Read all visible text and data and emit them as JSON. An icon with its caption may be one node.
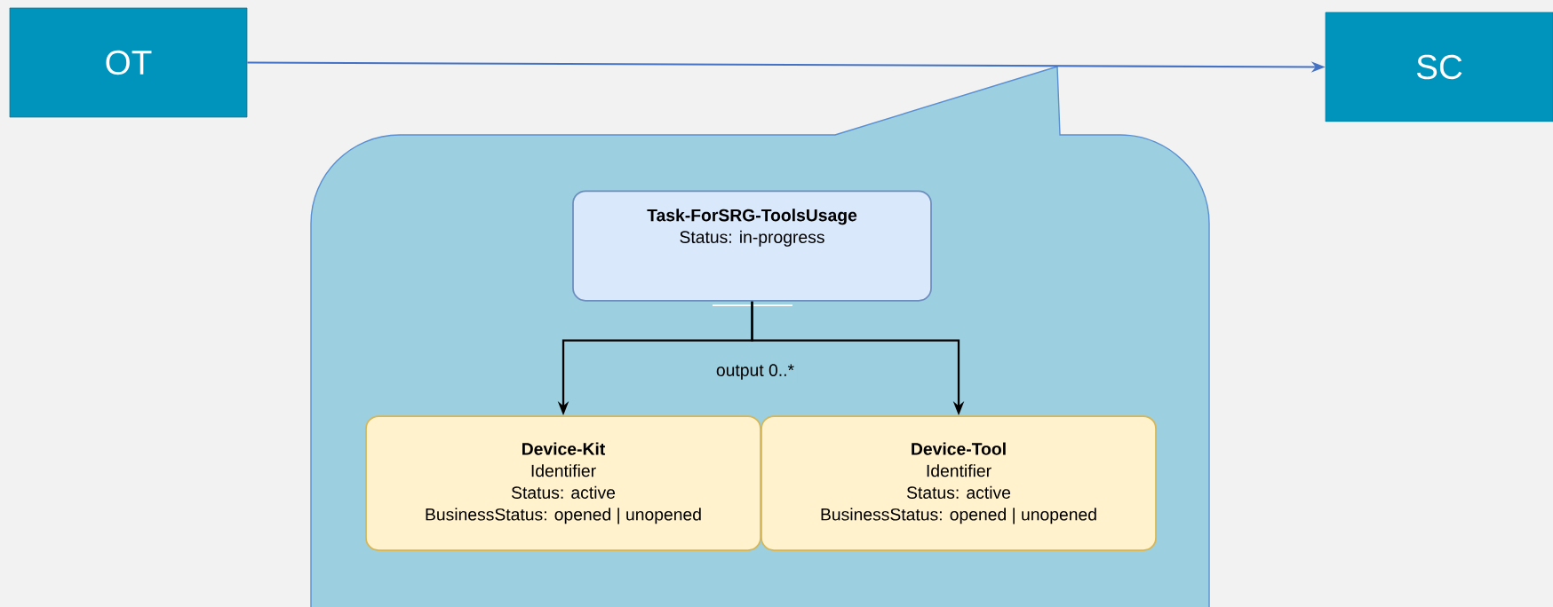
{
  "diagram": {
    "nodes": [
      {
        "text": [
          "OT"
        ]
      },
      {
        "text": [
          "SC"
        ]
      },
      {
        "text": [],
        "shape": "callout"
      },
      {
        "text": [
          "Task-ForSRG-ToolsUsage",
          "Status: in-progress"
        ],
        "in": 2
      },
      {
        "text": [
          "Device-Kit",
          "Identifier",
          "Status: active",
          "BusinessStatus: opened | unopened"
        ],
        "in": 2
      },
      {
        "text": [
          "Device-Tool",
          "Identifier",
          "Status: active",
          "BusinessStatus: opened | unopened"
        ],
        "in": 2
      }
    ],
    "edges": [
      {
        "from": 0,
        "to": 1,
        "arrow": "to",
        "color": "#4472c4"
      },
      {
        "from": 3,
        "to": 4,
        "arrow": "to",
        "label": "output 0..*"
      },
      {
        "from": 3,
        "to": 5,
        "arrow": "to"
      }
    ]
  }
}
